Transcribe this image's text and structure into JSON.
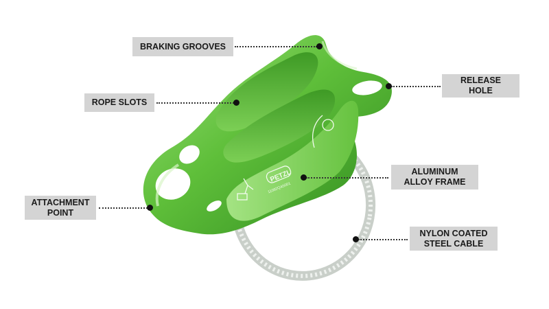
{
  "product": {
    "brand": "PETZL",
    "serial": "11082QA5001",
    "body_color": "#6cc24a",
    "cable_color": "#d6dcd6"
  },
  "callouts": [
    {
      "id": "braking-grooves",
      "label": "BRAKING GROOVES"
    },
    {
      "id": "rope-slots",
      "label": "ROPE SLOTS"
    },
    {
      "id": "release-hole",
      "label": "RELEASE HOLE"
    },
    {
      "id": "aluminum-alloy-frame",
      "label_line1": "ALUMINUM",
      "label_line2": "ALLOY FRAME"
    },
    {
      "id": "attachment-point",
      "label_line1": "ATTACHMENT",
      "label_line2": "POINT"
    },
    {
      "id": "nylon-coated-steel-cable",
      "label_line1": "NYLON COATED",
      "label_line2": "STEEL CABLE"
    }
  ]
}
